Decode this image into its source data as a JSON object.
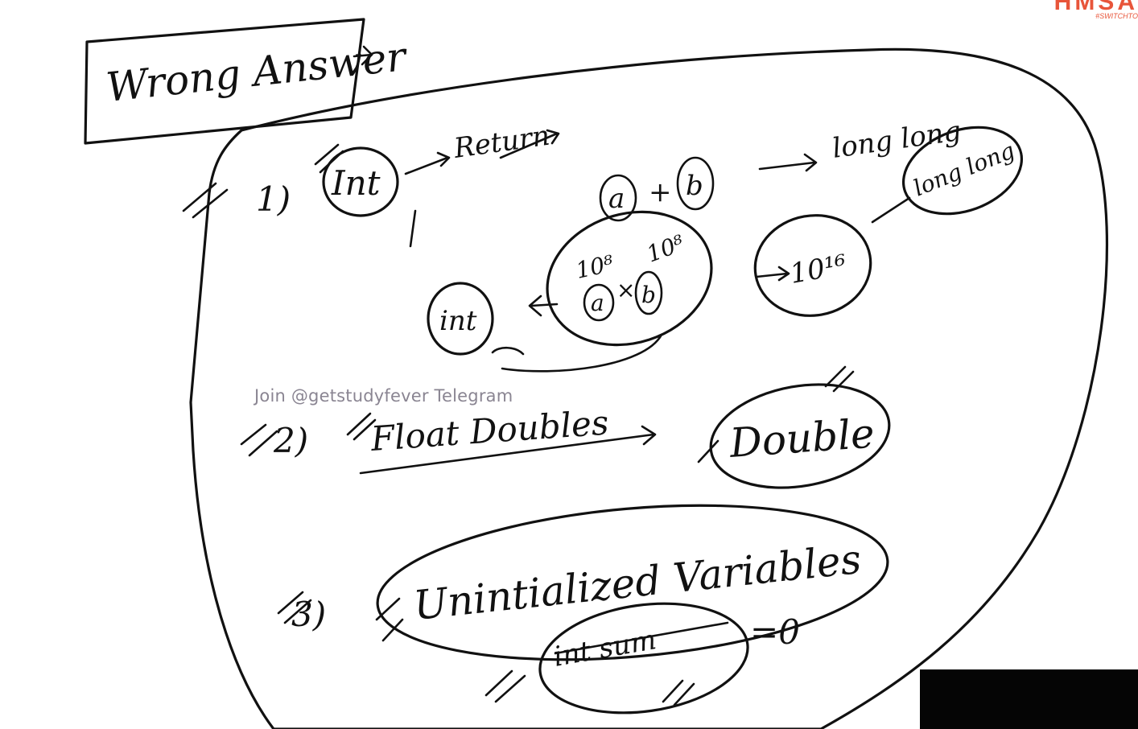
{
  "brand": {
    "logo": "HMSA",
    "tagline": "#SWITCHTO"
  },
  "watermark": "Join @getstudyfever Telegram",
  "notes": {
    "title": "Wrong Answer",
    "point1": {
      "number": "1)",
      "type": "Int",
      "arrow_label": "Return",
      "expr_a": "a",
      "expr_plus": "+",
      "expr_b": "b",
      "big_a": "10⁸",
      "big_b": "10⁸",
      "product_a": "a",
      "product_op": "×",
      "product_b": "b",
      "result_type": "int",
      "long_long_top": "long long",
      "long_long_circled": "long long",
      "power": "10¹⁶"
    },
    "point2": {
      "number": "2)",
      "label": "Float  Doubles",
      "result": "Double"
    },
    "point3": {
      "number": "3)",
      "label": "Unintialized Variables",
      "code": "int sum",
      "init": "=0"
    }
  }
}
